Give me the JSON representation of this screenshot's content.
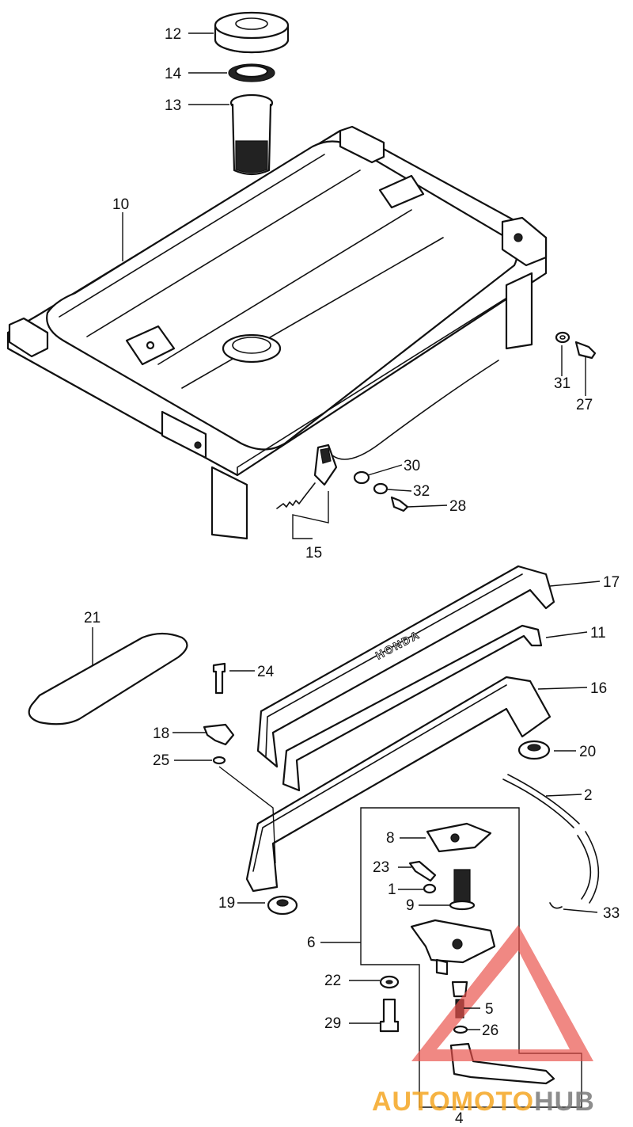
{
  "callouts": {
    "c1": "1",
    "c2": "2",
    "c4": "4",
    "c5": "5",
    "c6": "6",
    "c8": "8",
    "c9": "9",
    "c10": "10",
    "c11": "11",
    "c12": "12",
    "c13": "13",
    "c14": "14",
    "c15": "15",
    "c16": "16",
    "c17": "17",
    "c18": "18",
    "c19": "19",
    "c20": "20",
    "c21": "21",
    "c22": "22",
    "c23": "23",
    "c24": "24",
    "c25": "25",
    "c26": "26",
    "c27": "27",
    "c28": "28",
    "c29": "29",
    "c30": "30",
    "c31": "31",
    "c32": "32",
    "c33": "33"
  },
  "emboss_text": "HONDA",
  "watermark": {
    "part1": "AUTO",
    "part2": "MOTO",
    "part3": "HUB",
    "colors": {
      "auto": "#f5a623",
      "moto": "#f5a623",
      "hub": "#7a7a7a",
      "triangle": "#e8504a"
    }
  }
}
